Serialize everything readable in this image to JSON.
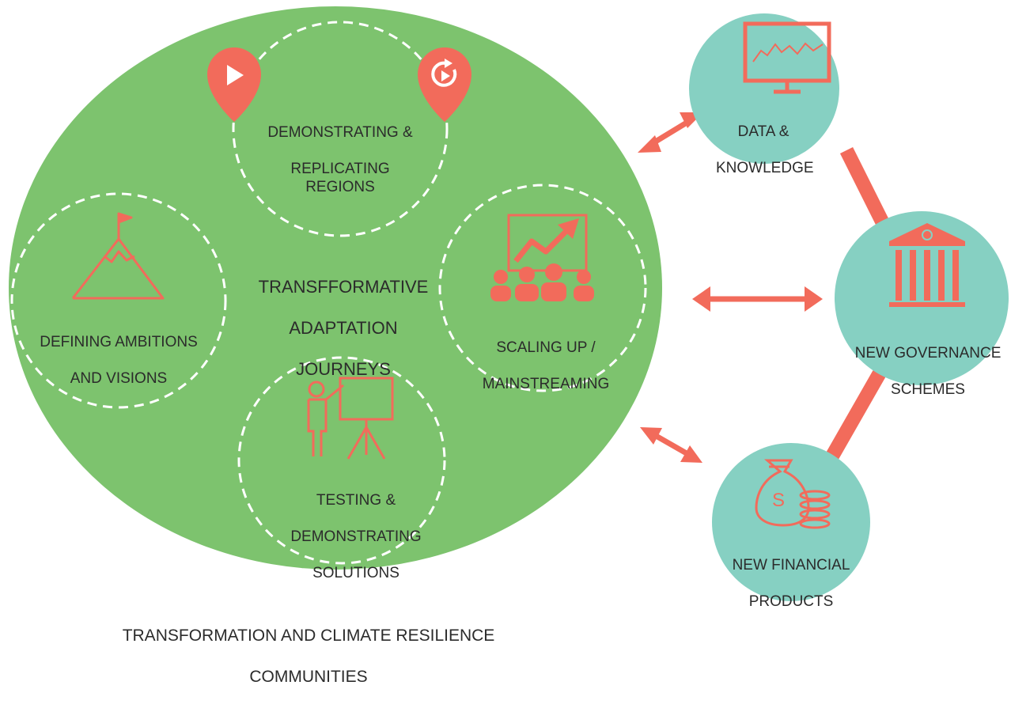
{
  "colors": {
    "green": "#7dc36e",
    "teal": "#86d0c2",
    "accent": "#f26b5b",
    "text": "#2b2b2b",
    "dash": "#ffffff"
  },
  "center_title": {
    "line1": "TRANSFFORMATIVE",
    "line2": "ADAPTATION",
    "line3": "JOURNEYS"
  },
  "stages": {
    "demonstrating": {
      "line1": "DEMONSTRATING &",
      "line2": "REPLICATING REGIONS",
      "icons": [
        "play-pin-icon",
        "replay-pin-icon"
      ]
    },
    "defining": {
      "line1": "DEFINING AMBITIONS",
      "line2": "AND VISIONS",
      "icon": "mountain-flag-icon"
    },
    "scaling": {
      "line1": "SCALING UP /",
      "line2": "MAINSTREAMING",
      "icon": "audience-growth-icon"
    },
    "testing": {
      "line1": "TESTING &",
      "line2": "DEMONSTRATING",
      "line3": "SOLUTIONS",
      "icon": "presenter-board-icon"
    }
  },
  "enablers": {
    "data": {
      "line1": "DATA &",
      "line2": "KNOWLEDGE",
      "icon": "monitor-chart-icon"
    },
    "governance": {
      "line1": "NEW GOVERNANCE",
      "line2": "SCHEMES",
      "icon": "institution-icon"
    },
    "financial": {
      "line1": "NEW FINANCIAL",
      "line2": "PRODUCTS",
      "icon": "money-bag-icon"
    }
  },
  "footer": {
    "line1": "TRANSFORMATION AND CLIMATE RESILIENCE",
    "line2": "COMMUNITIES"
  }
}
